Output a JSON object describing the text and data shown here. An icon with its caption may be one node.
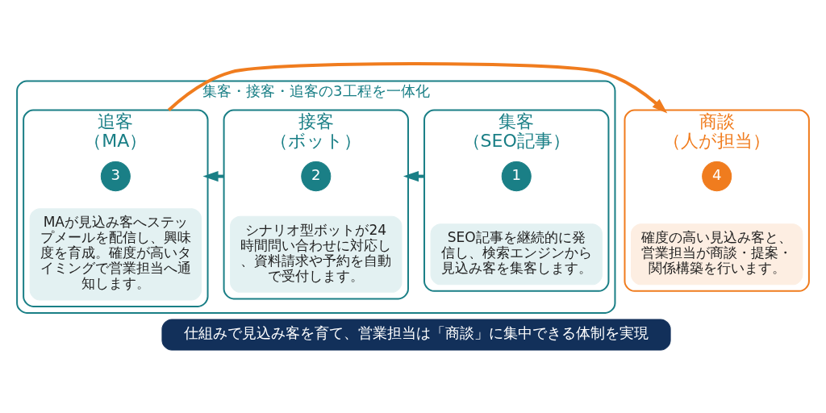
{
  "diagram": {
    "nodes": [
      {
        "text": [
          "集客・接客・追客の3工程を一体化"
        ]
      },
      {
        "text": [
          "集客",
          "（SEO記事）"
        ],
        "in": 0
      },
      {
        "text": [
          "1"
        ],
        "in": 1
      },
      {
        "text": [
          "SEO記事を継続的に発信し、検索エンジンから見込み客を集客します。"
        ],
        "in": 1
      },
      {
        "text": [
          "接客",
          "（ボット）"
        ],
        "in": 0
      },
      {
        "text": [
          "2"
        ],
        "in": 4
      },
      {
        "text": [
          "シナリオ型ボットが24時間問い合わせに対応し、資料請求や予約を自動で受付します。"
        ],
        "in": 4
      },
      {
        "text": [
          "追客",
          "（MA）"
        ],
        "in": 0
      },
      {
        "text": [
          "3"
        ],
        "in": 7
      },
      {
        "text": [
          "MAが見込み客へステップメールを配信し、興味度を育成。確度が高いタイミングで営業担当へ通知します。"
        ],
        "in": 7
      },
      {
        "text": [
          "商談",
          "（人が担当）"
        ]
      },
      {
        "text": [
          "4"
        ],
        "in": 10
      },
      {
        "text": [
          "確度の高い見込み客と、営業担当が商談・提案・関係構築を行います。"
        ],
        "in": 10
      },
      {
        "text": [
          "仕組みで見込み客を育て、営業担当は「商談」に集中できる体制を実現"
        ]
      }
    ],
    "edges": [
      {
        "from": 1,
        "to": 4,
        "arrow": "to"
      },
      {
        "from": 4,
        "to": 7,
        "arrow": "to"
      },
      {
        "from": 7,
        "to": 10,
        "arrow": "to",
        "color": "#f07c1e"
      }
    ]
  }
}
